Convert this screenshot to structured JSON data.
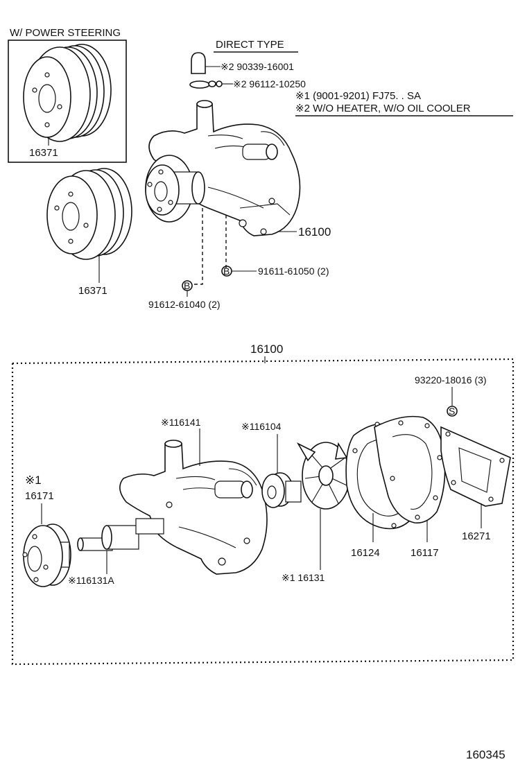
{
  "top_section": {
    "power_steering_label": "W/ POWER STEERING",
    "direct_type_label": "DIRECT TYPE",
    "pulley_ps_part": "16371",
    "pulley_part": "16371",
    "cap_part": "※2 90339-16001",
    "clamp_part": "※2 96112-10250",
    "note1": "※1 (9001-9201) FJ75. . SA",
    "note2": "※2 W/O HEATER, W/O OIL COOLER",
    "pump_assy_part": "16100",
    "bolt_b1_part": "91611-61050 (2)",
    "bolt_b2_part": "91612-61040 (2)",
    "marker_b": "B"
  },
  "bottom_section": {
    "assembly_title": "16100",
    "bolt_s_part": "93220-18016 (3)",
    "marker_s": "S",
    "body_part": "※116141",
    "seal_part": "※116104",
    "note_marker": "※1",
    "flange_part": "16171",
    "shaft_part": "※116131A",
    "impeller_part": "※1 16131",
    "gasket_part": "16124",
    "cover_part": "16117",
    "cover_gasket_part": "16271"
  },
  "figure_number": "160345"
}
